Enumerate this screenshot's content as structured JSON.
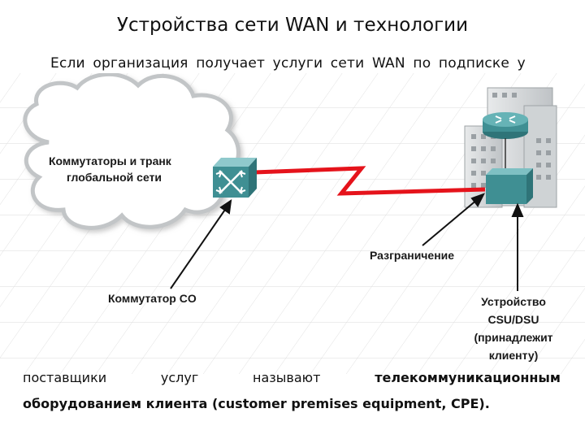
{
  "slide": {
    "title": "Устройства сети WAN и технологии",
    "intro": "Если организация получает услуги сети WAN по подписке у",
    "bottom_line1": {
      "w1": "поставщики",
      "w2": "услуг",
      "w3": "называют",
      "w4": "телекоммуникационным"
    },
    "bottom_line2": "оборудованием клиента (customer premises equipment, CPE)."
  },
  "diagram": {
    "cloud_label_line1": "Коммутаторы и транк",
    "cloud_label_line2": "глобальной сети",
    "co_switch_label": "Коммутатор CO",
    "demarcation_label": "Разграничение",
    "csu_label_line1": "Устройство",
    "csu_label_line2": "CSU/DSU",
    "csu_label_line3": "(принадлежит",
    "csu_label_line4": "клиенту)"
  },
  "colors": {
    "wan_link": "#e5131b",
    "device_teal": "#3f8f93",
    "cloud_fill": "#ffffff",
    "cloud_stroke": "#bfc2c4"
  }
}
